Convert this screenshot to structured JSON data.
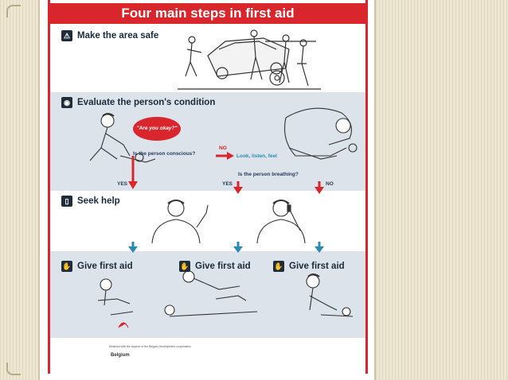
{
  "title": "Four main steps in first aid",
  "sections": {
    "safe": "Make the area safe",
    "evaluate": "Evaluate the person's condition",
    "seek": "Seek help",
    "give1": "Give first aid",
    "give2": "Give first aid",
    "give3": "Give first aid"
  },
  "flow": {
    "bubble": "\"Are you okay?\"",
    "conscious_q": "Is the person conscious?",
    "no1": "NO",
    "look": "Look, listen, feel",
    "breathing_q": "Is the person breathing?",
    "yes1": "YES",
    "yes2": "YES",
    "no2": "NO"
  },
  "footer": {
    "support_text": "Realized with the support of the Belgian Development cooperation",
    "belgium": "Belgium"
  },
  "colors": {
    "red": "#d9262c",
    "navy": "#1f2d3a",
    "blue": "#2a8bb5",
    "grey_band": "#dde3ea",
    "frame": "#ede6d1"
  },
  "icons": [
    "warning-icon",
    "eye-icon",
    "phone-icon",
    "hand-icon",
    "red-cross-icon"
  ]
}
